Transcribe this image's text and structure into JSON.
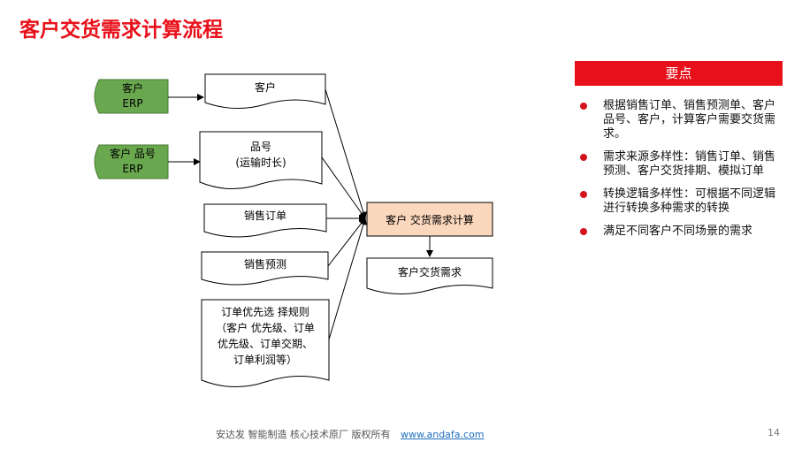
{
  "title": "客户交货需求计算流程",
  "sources": [
    {
      "line1": "客户",
      "line2": "ERP"
    },
    {
      "line1": "客户 品号",
      "line2": "ERP"
    }
  ],
  "documents": [
    {
      "lines": [
        "客户"
      ]
    },
    {
      "lines": [
        "品号",
        "(运输时长)"
      ]
    },
    {
      "lines": [
        "销售订单"
      ]
    },
    {
      "lines": [
        "销售预测"
      ]
    },
    {
      "lines": [
        "订单优先选 择规则",
        "（客户 优先级、订单",
        "优先级、订单交期、",
        "订单利润等）"
      ]
    }
  ],
  "process": {
    "label": "客户 交货需求计算"
  },
  "output": {
    "label": "客户交货需求"
  },
  "panel": {
    "header": "要点",
    "points": [
      "根据销售订单、销售预测单、客户品号、客户，计算客户需要交货需求。",
      "需求来源多样性：销售订单、销售预测、客户交货排期、模拟订单",
      "转换逻辑多样性：可根据不同逻辑进行转换多种需求的转换",
      "满足不同客户不同场景的需求"
    ]
  },
  "footer": {
    "text": "安达发   智能制造 核心技术原厂    版权所有",
    "link": "www.andafa.com"
  },
  "page_number": "14",
  "colors": {
    "accent_red": "#e8101a",
    "source_green": "#6aa84f",
    "process_fill": "#fbd7bd"
  }
}
